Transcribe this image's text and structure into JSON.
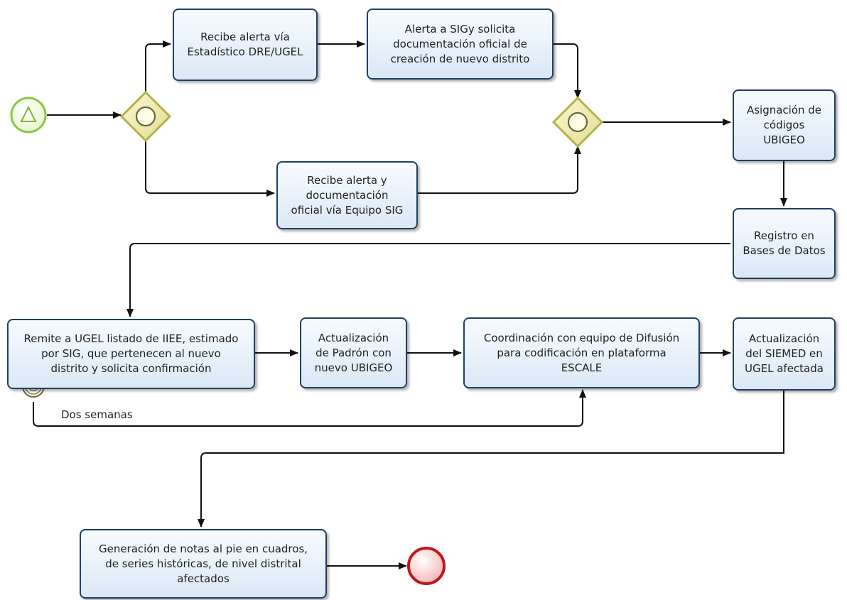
{
  "tasks": {
    "recibe_estadistico": "Recibe alerta vía\nEstadístico DRE/UGEL",
    "alerta_sig": "Alerta a SIGy solicita\ndocumentación oficial de\ncreación de nuevo distrito",
    "recibe_equipo_sig": "Recibe alerta y\ndocumentación\noficial vía Equipo SIG",
    "asignacion_ubigeo": "Asignación de\ncódigos\nUBIGEO",
    "registro_bd": "Registro en\nBases de Datos",
    "remite_ugel": "Remite a UGEL listado de IIEE, estimado\npor SIG, que pertenecen al nuevo\ndistrito y solicita confirmación",
    "actualizacion_padron": "Actualización\nde Padrón con\nnuevo UBIGEO",
    "coordinacion_difusion": "Coordinación con equipo de Difusión\npara codificación en plataforma\nESCALE",
    "actualizacion_siemed": "Actualización\ndel SIEMED en\nUGEL afectada",
    "generacion_notas": "Generación de notas al pie en cuadros,\nde series históricas, de nivel distrital\nafectados"
  },
  "timer_label": "Dos semanas",
  "colors": {
    "task_border": "#1e3f66",
    "start_event": "#8cc63e",
    "end_event": "#c0171b",
    "gateway": "#b5b24a",
    "flow": "#111111"
  }
}
